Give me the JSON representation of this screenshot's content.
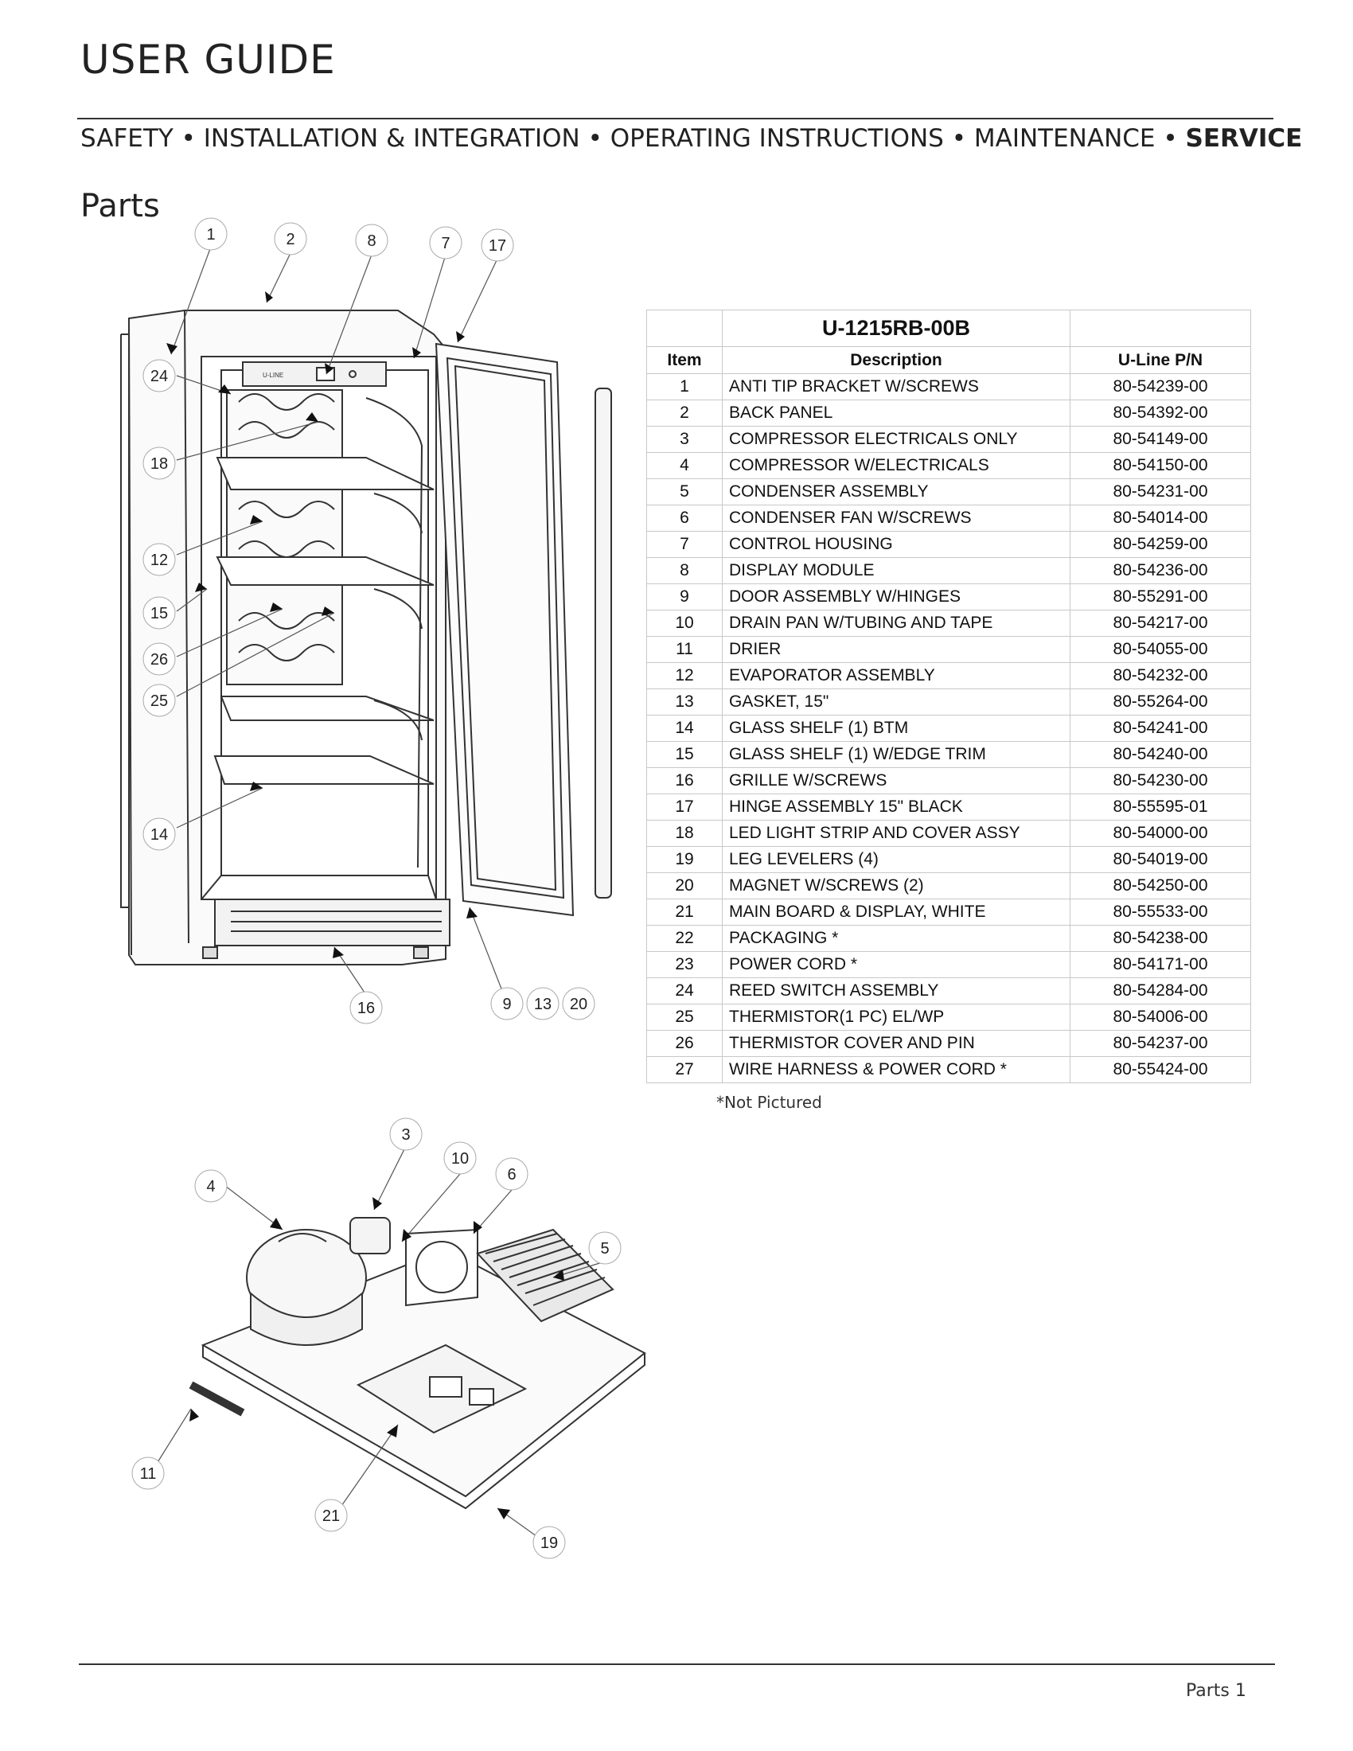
{
  "header": {
    "title": "USER GUIDE",
    "nav": {
      "safety": "SAFETY",
      "installation": "INSTALLATION & INTEGRATION",
      "operating": "OPERATING INSTRUCTIONS",
      "maintenance": "MAINTENANCE",
      "service": "SERVICE",
      "separator": "•"
    }
  },
  "page_heading": "Parts",
  "parts_table": {
    "model": "U-1215RB-00B",
    "columns": [
      "Item",
      "Description",
      "U-Line P/N"
    ],
    "rows": [
      {
        "item": "1",
        "description": "ANTI TIP BRACKET W/SCREWS",
        "pn": "80-54239-00"
      },
      {
        "item": "2",
        "description": "BACK PANEL",
        "pn": "80-54392-00"
      },
      {
        "item": "3",
        "description": "COMPRESSOR ELECTRICALS ONLY",
        "pn": "80-54149-00"
      },
      {
        "item": "4",
        "description": "COMPRESSOR W/ELECTRICALS",
        "pn": "80-54150-00"
      },
      {
        "item": "5",
        "description": "CONDENSER ASSEMBLY",
        "pn": "80-54231-00"
      },
      {
        "item": "6",
        "description": "CONDENSER FAN W/SCREWS",
        "pn": "80-54014-00"
      },
      {
        "item": "7",
        "description": "CONTROL HOUSING",
        "pn": "80-54259-00"
      },
      {
        "item": "8",
        "description": "DISPLAY MODULE",
        "pn": "80-54236-00"
      },
      {
        "item": "9",
        "description": "DOOR ASSEMBLY W/HINGES",
        "pn": "80-55291-00"
      },
      {
        "item": "10",
        "description": "DRAIN PAN W/TUBING AND TAPE",
        "pn": "80-54217-00"
      },
      {
        "item": "11",
        "description": "DRIER",
        "pn": "80-54055-00"
      },
      {
        "item": "12",
        "description": "EVAPORATOR ASSEMBLY",
        "pn": "80-54232-00"
      },
      {
        "item": "13",
        "description": "GASKET, 15\"",
        "pn": "80-55264-00"
      },
      {
        "item": "14",
        "description": "GLASS SHELF (1) BTM",
        "pn": "80-54241-00"
      },
      {
        "item": "15",
        "description": "GLASS SHELF (1)  W/EDGE TRIM",
        "pn": "80-54240-00"
      },
      {
        "item": "16",
        "description": "GRILLE W/SCREWS",
        "pn": "80-54230-00"
      },
      {
        "item": "17",
        "description": "HINGE ASSEMBLY 15\" BLACK",
        "pn": "80-55595-01"
      },
      {
        "item": "18",
        "description": "LED LIGHT STRIP AND COVER ASSY",
        "pn": "80-54000-00"
      },
      {
        "item": "19",
        "description": "LEG LEVELERS (4)",
        "pn": "80-54019-00"
      },
      {
        "item": "20",
        "description": "MAGNET W/SCREWS (2)",
        "pn": "80-54250-00"
      },
      {
        "item": "21",
        "description": "MAIN BOARD & DISPLAY, WHITE",
        "pn": "80-55533-00"
      },
      {
        "item": "22",
        "description": "PACKAGING *",
        "pn": "80-54238-00"
      },
      {
        "item": "23",
        "description": "POWER CORD *",
        "pn": "80-54171-00"
      },
      {
        "item": "24",
        "description": "REED SWITCH ASSEMBLY",
        "pn": "80-54284-00"
      },
      {
        "item": "25",
        "description": "THERMISTOR(1 PC) EL/WP",
        "pn": "80-54006-00"
      },
      {
        "item": "26",
        "description": "THERMISTOR COVER AND PIN",
        "pn": "80-54237-00"
      },
      {
        "item": "27",
        "description": "WIRE HARNESS & POWER CORD *",
        "pn": "80-55424-00"
      }
    ],
    "footnote": "*Not Pictured"
  },
  "diagram_cabinet": {
    "brand_label": "U-LINE",
    "callouts": [
      "1",
      "2",
      "8",
      "7",
      "17",
      "24",
      "18",
      "12",
      "15",
      "26",
      "25",
      "14",
      "16",
      "9",
      "13",
      "20"
    ]
  },
  "diagram_base": {
    "callouts": [
      "3",
      "10",
      "6",
      "4",
      "5",
      "11",
      "21",
      "19"
    ]
  },
  "footer": {
    "page_label": "Parts 1"
  }
}
